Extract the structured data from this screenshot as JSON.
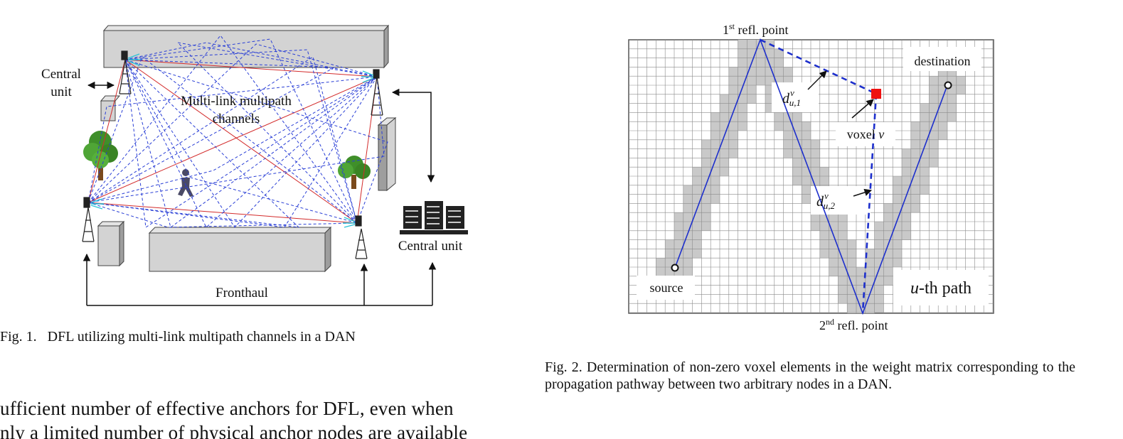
{
  "fig1": {
    "labels": {
      "central_unit_left": [
        "Central",
        "unit"
      ],
      "multilink": [
        "Multi-link multipath",
        "channels"
      ],
      "central_unit_right": "Central unit",
      "fronthaul": "Fronthaul"
    },
    "caption": "Fig. 1.   DFL utilizing multi-link multipath channels in a DAN"
  },
  "fig2": {
    "labels": {
      "refl1_num": "1",
      "refl1_sup": "st",
      "refl1_rest": " refl. point",
      "refl2_num": "2",
      "refl2_sup": "nd",
      "refl2_rest": "  refl. point",
      "destination": "destination",
      "source": "source",
      "voxel_word": "voxel ",
      "voxel_var": "v",
      "d_main": "d",
      "d1_sub": "u,1",
      "d2_sub": "u,2",
      "d_sup": "v",
      "path_u": "u",
      "path_rest": "-th path"
    },
    "caption": "Fig. 2.    Determination of non-zero voxel elements in the weight matrix corresponding to the propagation pathway between two arbitrary nodes in a DAN."
  },
  "body": {
    "line1": "ufficient number of effective anchors for DFL, even when",
    "line2": "nly a limited number of physical anchor nodes are available"
  },
  "colors": {
    "solid_path": "#1d2fcc",
    "dashed_link": "#2a3fd6",
    "los_link": "#d32b2b",
    "voxel": "#ee1111",
    "shaded_voxel": "#c9c9c9",
    "grid": "#8a8a8a"
  }
}
